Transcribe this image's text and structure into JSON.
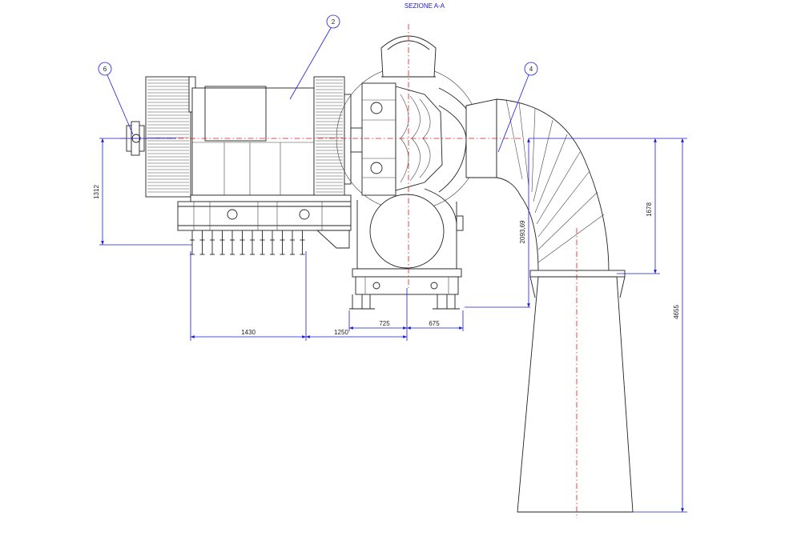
{
  "title": "SEZIONE A-A",
  "balloons": {
    "b2": "2",
    "b4": "4",
    "b6": "6"
  },
  "dimensions": {
    "d1312": "1312",
    "d1430": "1430",
    "d1250": "1250",
    "d725": "725",
    "d675": "675",
    "d2093": "2093,69",
    "d1678": "1678",
    "d4655": "4655"
  },
  "colors": {
    "dimension": "#1a1adc",
    "centerline": "#e01818",
    "outline": "#222222"
  }
}
